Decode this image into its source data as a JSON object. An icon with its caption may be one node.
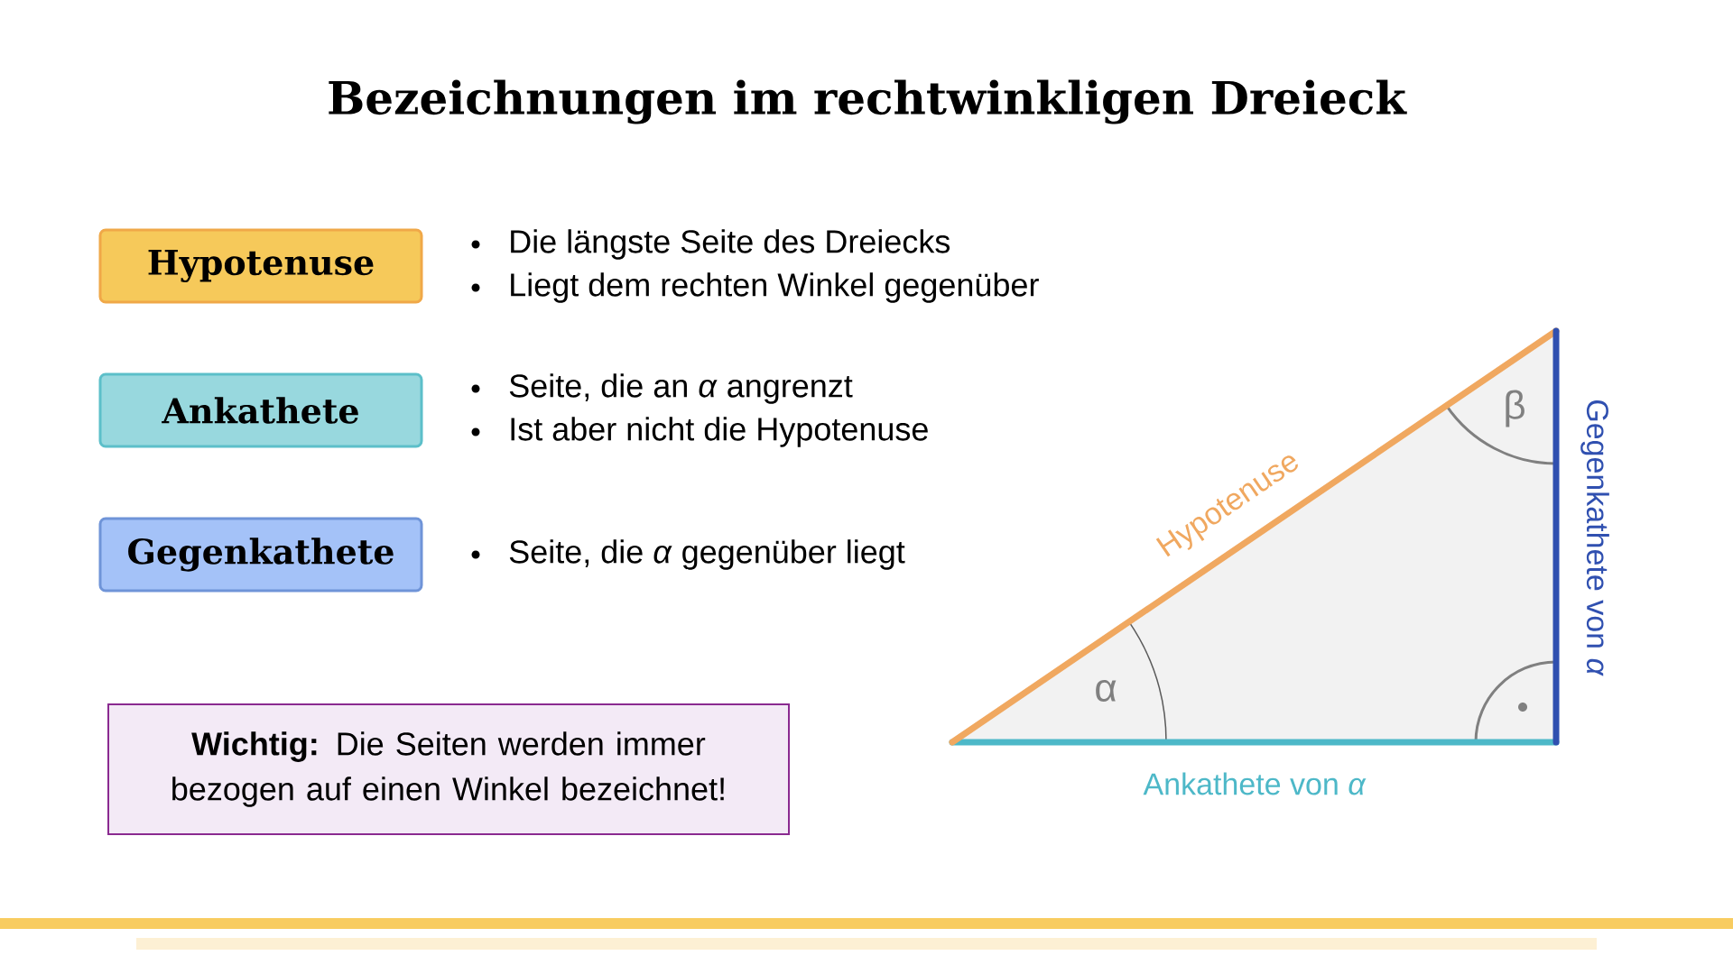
{
  "diagram": {
    "title": "Bezeichnungen im rechtwinkligen Dreieck",
    "nodes": [
      {
        "text": [
          "Hypotenuse"
        ],
        "beside": [
          "Die längste Seite des Dreiecks",
          "Liegt dem rechten Winkel gegenüber"
        ]
      },
      {
        "text": [
          "Ankathete"
        ],
        "beside": [
          "Seite, die an *α* angrenzt",
          "Ist aber nicht die Hypotenuse"
        ]
      },
      {
        "text": [
          "Gegenkathete"
        ],
        "beside": [
          "Seite, die *α* gegenüber liegt"
        ]
      },
      {
        "text": [
          "**Wichtig:** Die Seiten werden immer bezogen auf einen Winkel bezeichnet!"
        ]
      }
    ],
    "labels": [
      "Hypotenuse",
      "Gegenkathete von *α*",
      "Ankathete von *α*",
      "α",
      "β"
    ]
  }
}
